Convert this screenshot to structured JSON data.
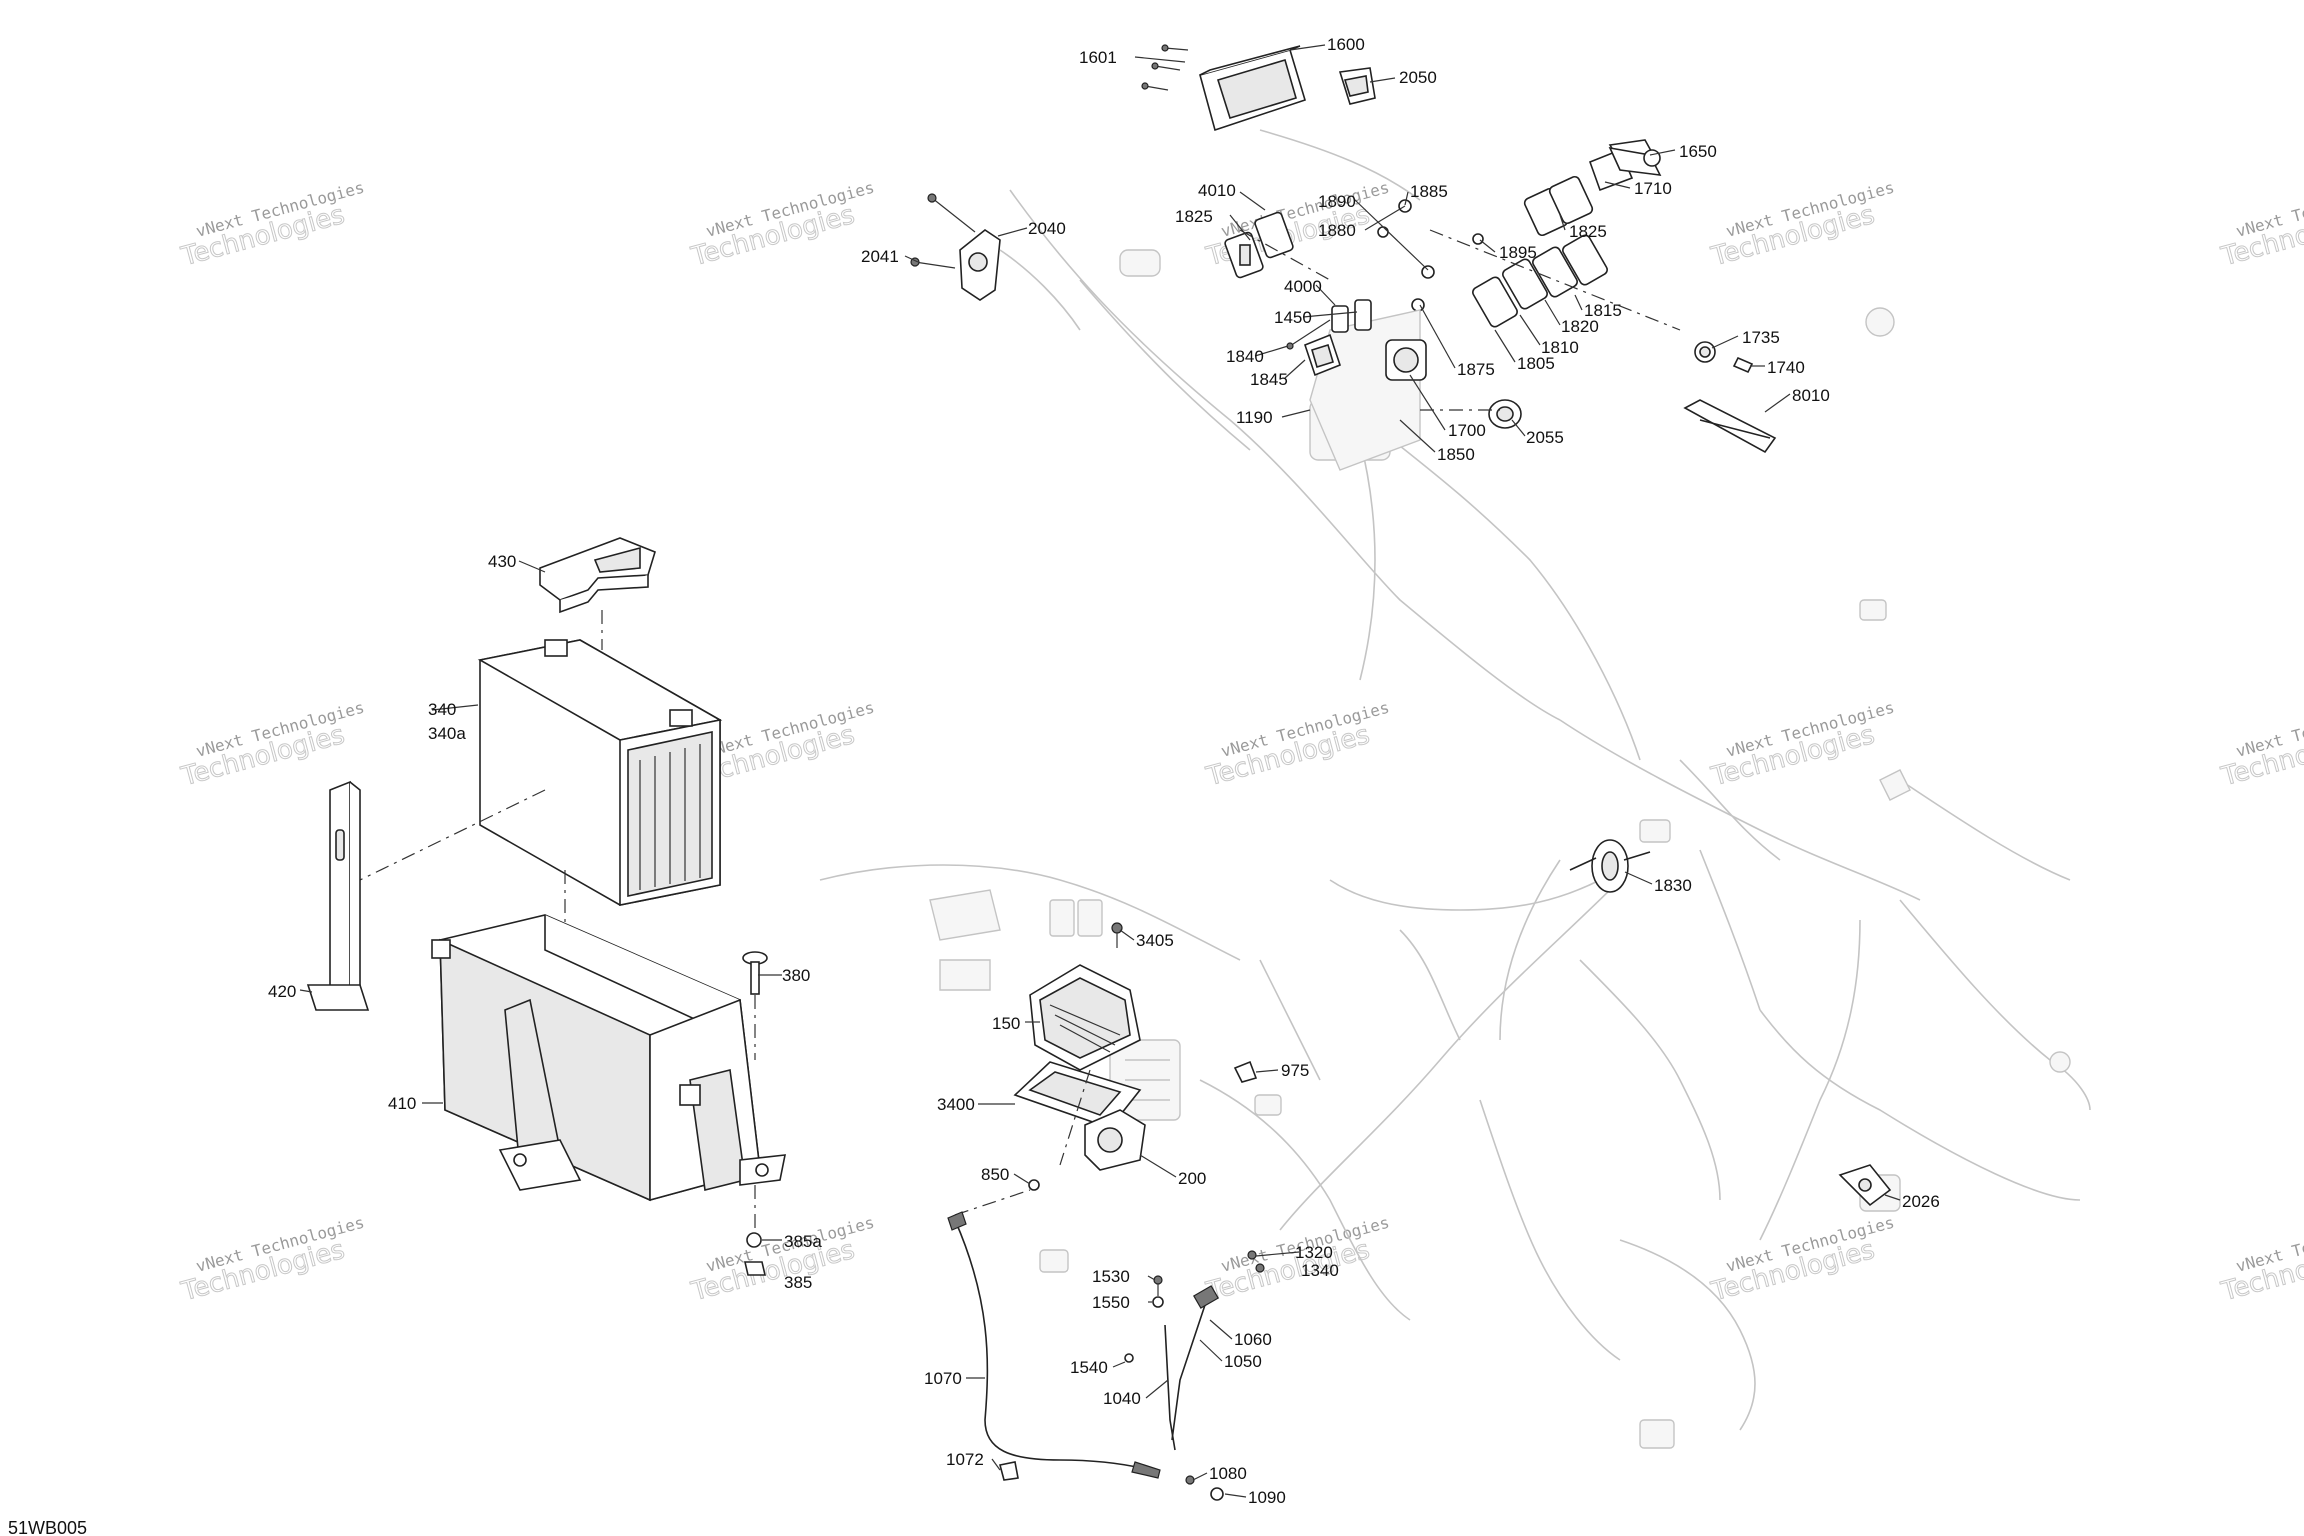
{
  "diagram_code": "51WB005",
  "watermark": {
    "line1": "vNext Technologies",
    "line2": "Technologies"
  },
  "callouts": {
    "c1600": "1600",
    "c1601": "1601",
    "c2050": "2050",
    "c1650": "1650",
    "c1710": "1710",
    "c1885": "1885",
    "c1825a": "1825",
    "c1825b": "1825",
    "c4010": "4010",
    "c1890": "1890",
    "c1880": "1880",
    "c1895": "1895",
    "c1815": "1815",
    "c1820": "1820",
    "c1810": "1810",
    "c1805": "1805",
    "c1875": "1875",
    "c4000": "4000",
    "c1450": "1450",
    "c1840": "1840",
    "c1845": "1845",
    "c1190": "1190",
    "c1700": "1700",
    "c1850": "1850",
    "c2055": "2055",
    "c1735": "1735",
    "c1740": "1740",
    "c8010": "8010",
    "c2040": "2040",
    "c2041": "2041",
    "c430": "430",
    "c340": "340",
    "c340a": "340a",
    "c420": "420",
    "c410": "410",
    "c380": "380",
    "c385a": "385a",
    "c385": "385",
    "c1830": "1830",
    "c3405": "3405",
    "c150": "150",
    "c3400": "3400",
    "c975": "975",
    "c200": "200",
    "c850": "850",
    "c2026": "2026",
    "c1320": "1320",
    "c1340": "1340",
    "c1530": "1530",
    "c1550": "1550",
    "c1060": "1060",
    "c1050": "1050",
    "c1540": "1540",
    "c1040": "1040",
    "c1070": "1070",
    "c1072": "1072",
    "c1080": "1080",
    "c1090": "1090"
  }
}
